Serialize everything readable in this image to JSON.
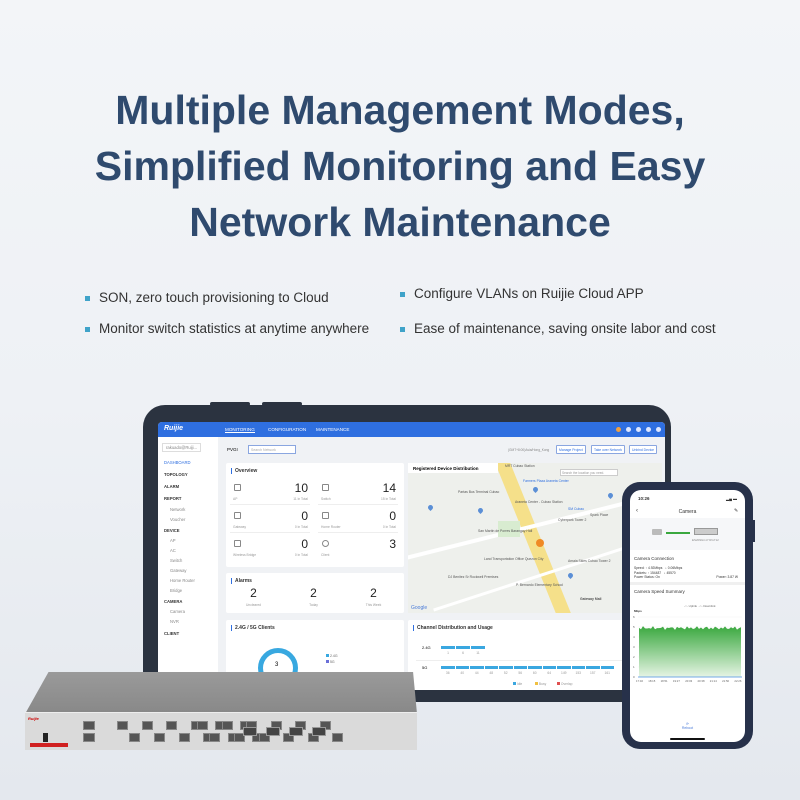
{
  "headline": {
    "line1": "Multiple Management Modes,",
    "line2": "Simplified Monitoring and Easy",
    "line3": "Network Maintenance"
  },
  "bullets": [
    "SON, zero touch provisioning to Cloud",
    "Configure VLANs on Ruijie Cloud APP",
    "Monitor switch statistics at anytime anywhere",
    "Ease of maintenance, saving onsite labor and cost"
  ],
  "dashboard": {
    "logo": "Ruijie",
    "menu": [
      "MONITORING",
      "CONFIGURATION",
      "MAINTENANCE"
    ],
    "user": "rakuado@Ruiji...",
    "project": "PVGI",
    "search_placeholder": "Search Network",
    "timezone": "(GMT+8:00)Asia/Hong_Kong",
    "buttons": [
      "Manage Project",
      "Take over Network",
      "Unbind Device"
    ],
    "sidebar": [
      {
        "label": "DASHBOARD",
        "type": "act"
      },
      {
        "label": "TOPOLOGY",
        "type": "h"
      },
      {
        "label": "ALARM",
        "type": "h"
      },
      {
        "label": "REPORT",
        "type": "h"
      },
      {
        "label": "Network",
        "type": "sub"
      },
      {
        "label": "Voucher",
        "type": "sub"
      },
      {
        "label": "DEVICE",
        "type": "h"
      },
      {
        "label": "AP",
        "type": "sub"
      },
      {
        "label": "AC",
        "type": "sub"
      },
      {
        "label": "Switch",
        "type": "sub"
      },
      {
        "label": "Gateway",
        "type": "sub"
      },
      {
        "label": "Home Router",
        "type": "sub"
      },
      {
        "label": "Bridge",
        "type": "sub"
      },
      {
        "label": "CAMERA",
        "type": "h"
      },
      {
        "label": "Camera",
        "type": "sub"
      },
      {
        "label": "NVR",
        "type": "sub"
      },
      {
        "label": "CLIENT",
        "type": "h"
      }
    ],
    "overview": {
      "title": "Overview",
      "items": [
        {
          "label": "AP",
          "value": "10",
          "total": "11 in Total"
        },
        {
          "label": "Switch",
          "value": "14",
          "total": "15 in Total"
        },
        {
          "label": "Gateway",
          "value": "0",
          "total": "0 in Total"
        },
        {
          "label": "Home Router",
          "value": "0",
          "total": "0 in Total"
        },
        {
          "label": "Wireless Bridge",
          "value": "0",
          "total": "0 in Total"
        },
        {
          "label": "Client",
          "value": "3",
          "total": ""
        }
      ]
    },
    "alarms": {
      "title": "Alarms",
      "items": [
        {
          "value": "2",
          "label": "Uncleared"
        },
        {
          "value": "2",
          "label": "Today"
        },
        {
          "value": "2",
          "label": "This Week"
        }
      ]
    },
    "clients": {
      "title": "2.4G / 5G Clients",
      "total": "3",
      "legend": [
        "2.4G",
        "5G"
      ]
    },
    "map": {
      "title": "Registered Device Distribution",
      "search_placeholder": "Search the location you need.",
      "labels": [
        "MRT Cubao Station",
        "Farmers Plaza Araneta Center",
        "Partas Bus Terminal Cubao",
        "Araneta Center - Cubao Station",
        "SM Cubao",
        "Cyberpark Tower 2",
        "Spark Place",
        "San Martin de Porres Barangay Hall",
        "Land Transportation Office Quezon City",
        "DJ Benitez Sr Rockwell Premises",
        "P. Bernardo Elementary School",
        "Amaia Skies Cubao Tower 2",
        "Gateway Mall",
        "Google"
      ]
    },
    "channel": {
      "title": "Channel Distribution and Usage",
      "band24": "2.4G",
      "band5": "5G",
      "ch24": [
        "1",
        "6",
        "11"
      ],
      "ch5": [
        "36",
        "40",
        "44",
        "48",
        "52",
        "56",
        "60",
        "64",
        "149",
        "153",
        "157",
        "161"
      ],
      "legend": [
        "Idle",
        "Busy",
        "Overlap"
      ]
    }
  },
  "phone": {
    "time": "10:26",
    "title": "Camera",
    "device": "ES209GC-P RG712",
    "conn_title": "Camera Connection",
    "speed_label": "Speed:",
    "speed_up": "↑ 4.92Mbps",
    "speed_down": "↓ 0.06Mbps",
    "packets_label": "Packets:",
    "packets_up": "↑ 154487",
    "packets_down": "↓ 45570",
    "power_status": "Power Status:  On",
    "power": "Power:  3.87 W",
    "summary_title": "Camera Speed Summary",
    "unit": "Mbps",
    "legend": [
      "Uplink",
      "Downlink"
    ],
    "yticks": [
      "6",
      "5",
      "4",
      "3",
      "2",
      "1",
      "0"
    ],
    "xticks": [
      "17:40",
      "18:15",
      "18:51",
      "19:27",
      "20:03",
      "20:38",
      "21:14",
      "21:50",
      "22:26"
    ],
    "reboot": "Reboot"
  },
  "switch": {
    "brand": "Ruijie"
  },
  "colors": {
    "title": "#2f4a6e",
    "accent": "#2f6fe0",
    "bullet": "#3fa3c9",
    "chart_green": "#3aa83f"
  }
}
